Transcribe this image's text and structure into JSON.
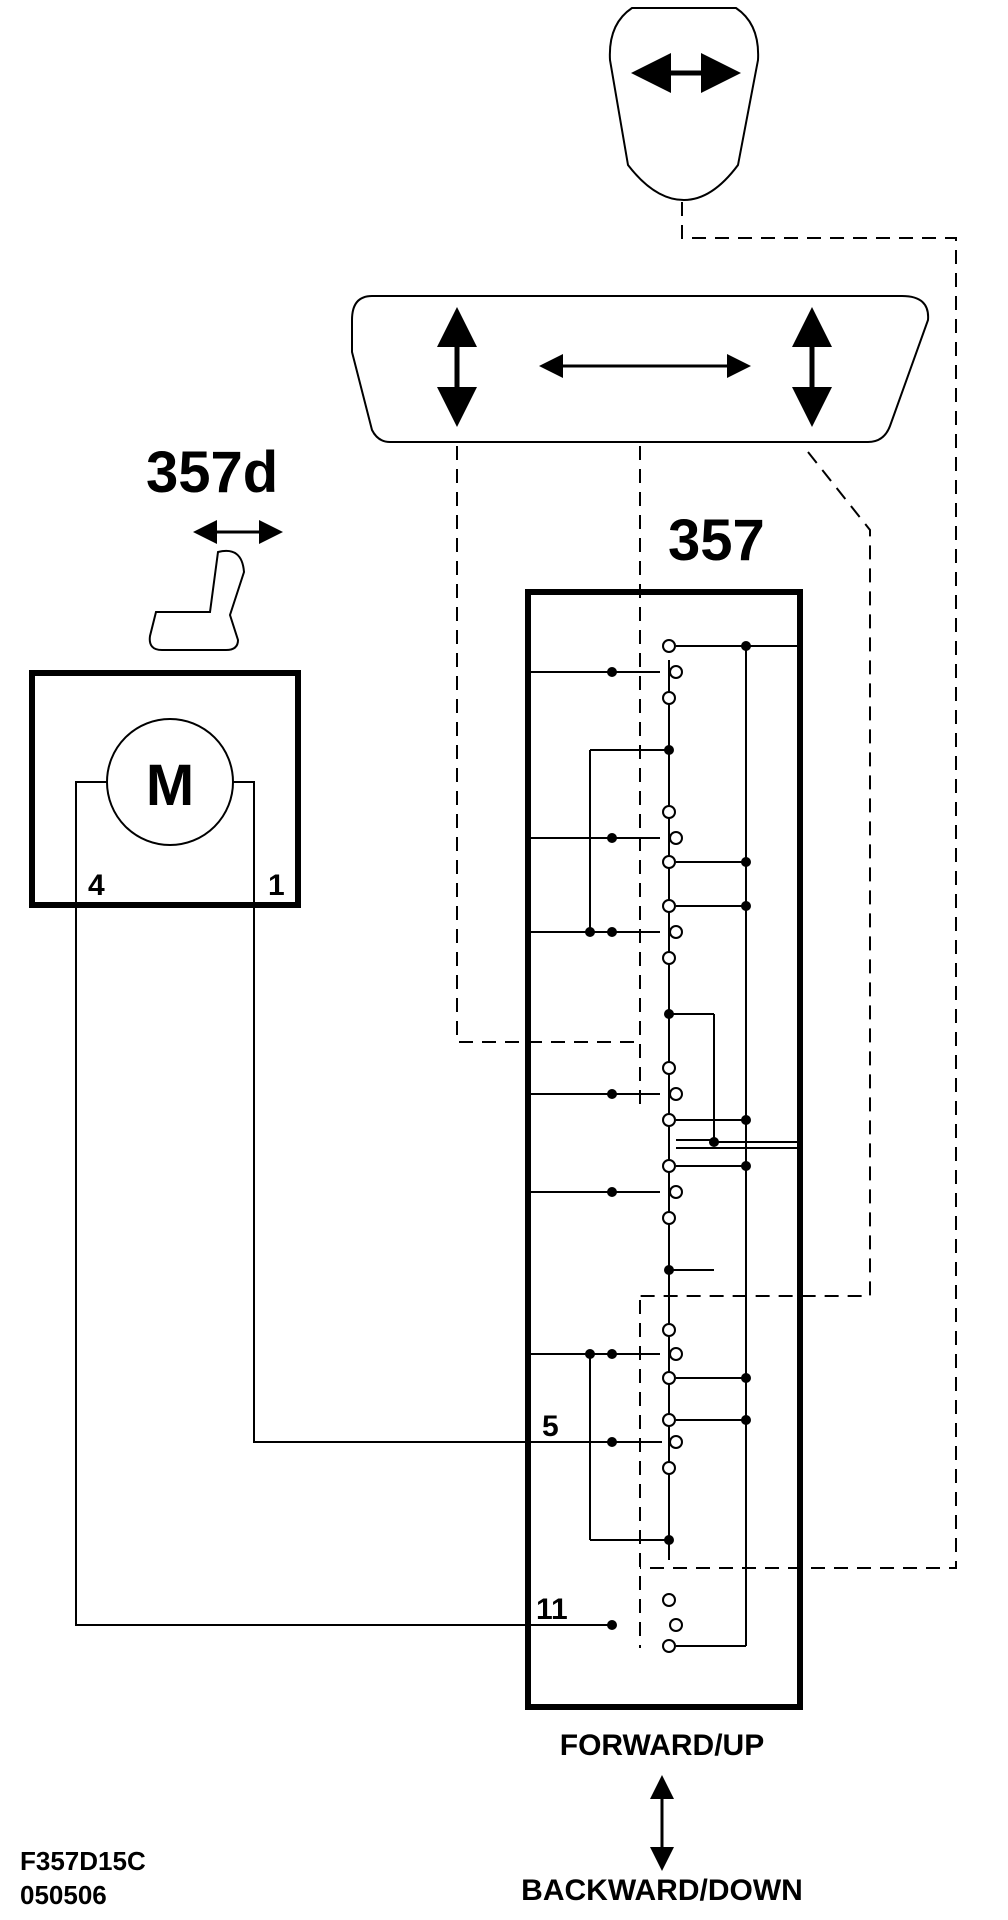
{
  "labels": {
    "seat_code": "357d",
    "switch_code": "357",
    "motor": "M",
    "pin_4": "4",
    "pin_1": "1",
    "pin_5": "5",
    "pin_11": "11",
    "forward_up": "FORWARD/UP",
    "backward_down": "BACKWARD/DOWN",
    "ref_code": "F357D15C",
    "ref_date": "050506"
  },
  "icons": {
    "seat": "seat-icon",
    "knob": "joystick-knob-icon",
    "panel": "switch-panel-icon",
    "motor": "motor-icon"
  }
}
